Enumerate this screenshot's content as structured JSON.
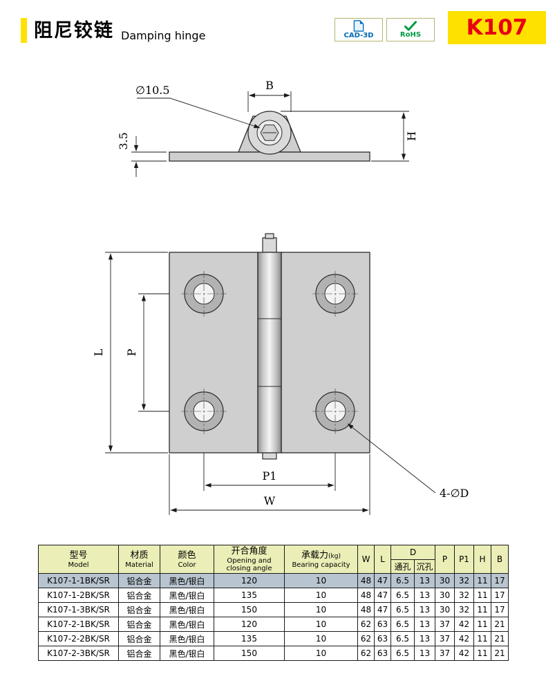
{
  "header": {
    "title_zh": "阻尼铰链",
    "title_en": "Damping hinge",
    "badge_cad": "CAD-3D",
    "badge_rohs": "RoHS",
    "product_code": "K107"
  },
  "side_view": {
    "dia_label": "∅10.5",
    "b_label": "B",
    "thickness_label": "3.5",
    "h_label": "H"
  },
  "front_view": {
    "l_label": "L",
    "p_label": "P",
    "p1_label": "P1",
    "w_label": "W",
    "holes_label": "4-∅D"
  },
  "table": {
    "headers": {
      "model_zh": "型号",
      "model_en": "Model",
      "material_zh": "材质",
      "material_en": "Material",
      "color_zh": "颜色",
      "color_en": "Color",
      "angle_zh": "开合角度",
      "angle_en1": "Opening and",
      "angle_en2": "closing angle",
      "capacity_zh": "承载力",
      "capacity_unit": "(kg)",
      "capacity_en": "Bearing capacity",
      "w": "W",
      "l": "L",
      "d": "D",
      "d_through": "通孔",
      "d_counter": "沉孔",
      "p": "P",
      "p1": "P1",
      "h": "H",
      "b": "B"
    },
    "rows": [
      [
        "K107-1-1BK/SR",
        "铝合金",
        "黑色/银白",
        "120",
        "10",
        "48",
        "47",
        "6.5",
        "13",
        "30",
        "32",
        "11",
        "17"
      ],
      [
        "K107-1-2BK/SR",
        "铝合金",
        "黑色/银白",
        "135",
        "10",
        "48",
        "47",
        "6.5",
        "13",
        "30",
        "32",
        "11",
        "17"
      ],
      [
        "K107-1-3BK/SR",
        "铝合金",
        "黑色/银白",
        "150",
        "10",
        "48",
        "47",
        "6.5",
        "13",
        "30",
        "32",
        "11",
        "17"
      ],
      [
        "K107-2-1BK/SR",
        "铝合金",
        "黑色/银白",
        "120",
        "10",
        "62",
        "63",
        "6.5",
        "13",
        "37",
        "42",
        "11",
        "21"
      ],
      [
        "K107-2-2BK/SR",
        "铝合金",
        "黑色/银白",
        "135",
        "10",
        "62",
        "63",
        "6.5",
        "13",
        "37",
        "42",
        "11",
        "21"
      ],
      [
        "K107-2-3BK/SR",
        "铝合金",
        "黑色/银白",
        "150",
        "10",
        "62",
        "63",
        "6.5",
        "13",
        "37",
        "42",
        "11",
        "21"
      ]
    ],
    "highlighted_row": 0
  },
  "colors": {
    "accent_yellow": "#ffe100",
    "code_red": "#e60012",
    "cad_blue": "#0068b7",
    "rohs_green": "#009944",
    "table_header_bg": "#ebeeb6",
    "highlight_row_bg": "#b8c4cf"
  }
}
